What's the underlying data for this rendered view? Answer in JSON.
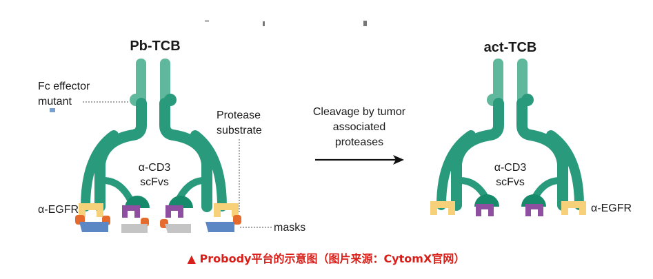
{
  "titles": {
    "left": "Pb-TCB",
    "right": "act-TCB"
  },
  "labels": {
    "fc_line1": "Fc effector",
    "fc_line2": "mutant",
    "protease_line1": "Protease",
    "protease_line2": "substrate",
    "cleavage_line1": "Cleavage by tumor",
    "cleavage_line2": "associated",
    "cleavage_line3": "proteases",
    "cd3_line1": "α-CD3",
    "cd3_line2": "scFvs",
    "egfr": "α-EGFR",
    "masks": "masks"
  },
  "caption": "▲ Probody平台的示意图（图片来源：CytomX官网）",
  "colors": {
    "antibody": "#2a9a7d",
    "antibody_dark": "#168a6b",
    "fc_light": "#5fb79c",
    "egfr_domain": "#f7d07a",
    "cd3_domain": "#8f4fa0",
    "mask_blue": "#5b87c5",
    "mask_gray": "#c4c4c4",
    "substrate": "#e66a2c",
    "caption": "#d8201a",
    "arrow": "#111111"
  }
}
